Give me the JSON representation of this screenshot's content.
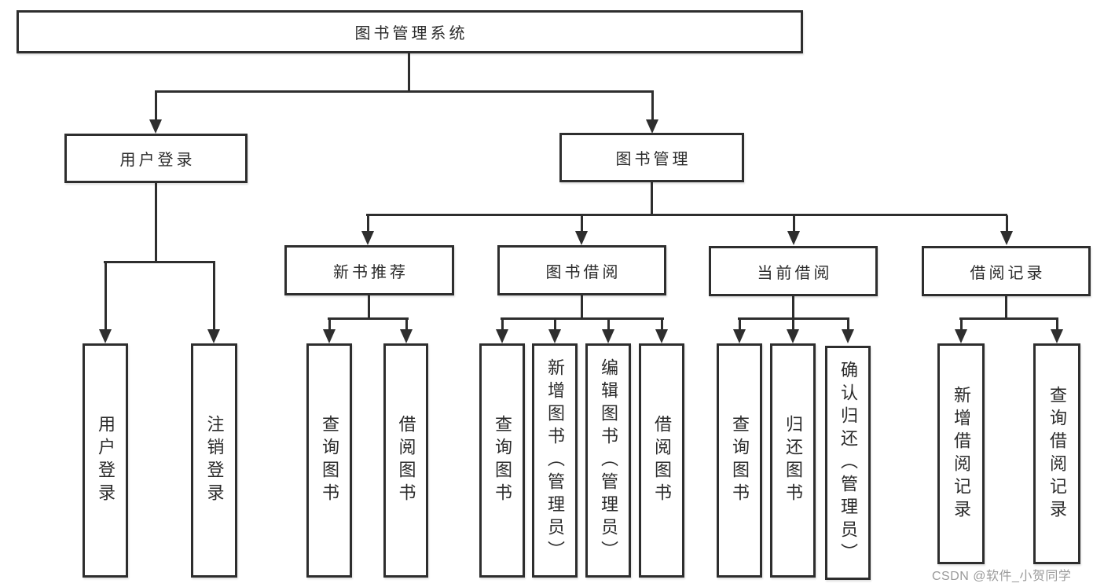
{
  "tree": {
    "label": "图书管理系统",
    "children": [
      {
        "label": "用户登录",
        "children": [
          {
            "label": "用户登录"
          },
          {
            "label": "注销登录"
          }
        ]
      },
      {
        "label": "图书管理",
        "children": [
          {
            "label": "新书推荐",
            "children": [
              {
                "label": "查询图书"
              },
              {
                "label": "借阅图书"
              }
            ]
          },
          {
            "label": "图书借阅",
            "children": [
              {
                "label": "查询图书"
              },
              {
                "label": "新增图书（管理员）"
              },
              {
                "label": "编辑图书（管理员）"
              },
              {
                "label": "借阅图书"
              }
            ]
          },
          {
            "label": "当前借阅",
            "children": [
              {
                "label": "查询图书"
              },
              {
                "label": "归还图书"
              },
              {
                "label": "确认归还（管理员）"
              }
            ]
          },
          {
            "label": "借阅记录",
            "children": [
              {
                "label": "新增借阅记录"
              },
              {
                "label": "查询借阅记录"
              }
            ]
          }
        ]
      }
    ]
  },
  "watermark": {
    "text": "CSDN @软件_小贺同学"
  },
  "colors": {
    "line": "#2e2e2e",
    "box_border": "#2e2e2e",
    "text": "#2b2b2b",
    "watermark": "#9a9a9a",
    "background": "#ffffff"
  }
}
